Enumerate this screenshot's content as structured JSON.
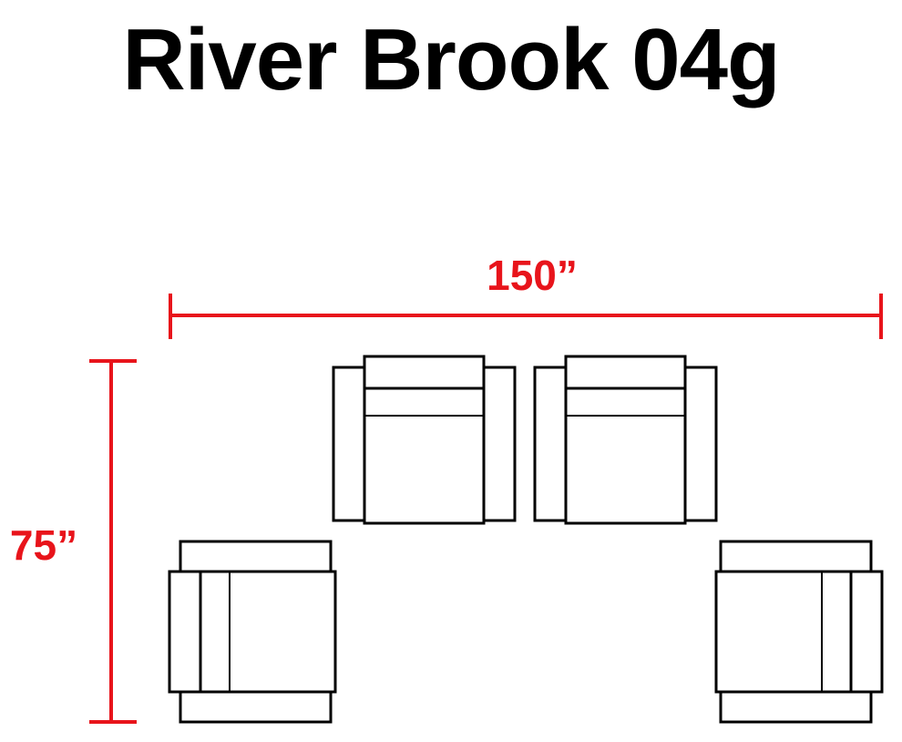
{
  "title": "River Brook 04g",
  "dimensions": {
    "width_label": "150”",
    "depth_label": "75”"
  },
  "colors": {
    "dimension": "#e8141b",
    "outline": "#000000",
    "background": "#ffffff"
  },
  "pieces": [
    {
      "name": "armchair",
      "orientation": "facing-down"
    },
    {
      "name": "armchair",
      "orientation": "facing-down"
    },
    {
      "name": "armchair",
      "orientation": "facing-right"
    },
    {
      "name": "armchair",
      "orientation": "facing-left"
    }
  ]
}
